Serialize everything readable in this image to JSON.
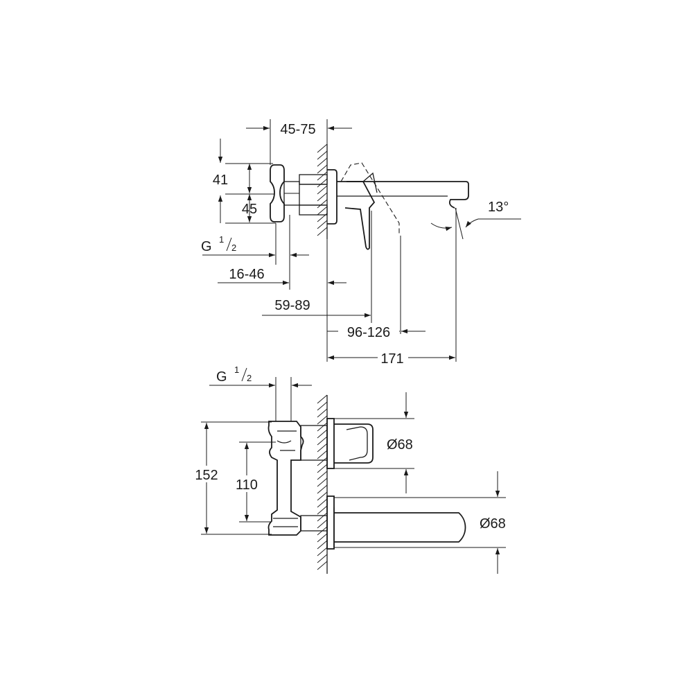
{
  "diagram": {
    "side_view": {
      "dimensions": {
        "wall_depth": "45-75",
        "height_upper": "41",
        "height_lower": "45",
        "connection_g": "G",
        "connection_numerator": "1",
        "connection_denominator": "2",
        "range_16_46": "16-46",
        "range_59_89": "59-89",
        "range_96_126": "96-126",
        "spout_length": "171",
        "spout_angle": "13°"
      }
    },
    "front_view": {
      "dimensions": {
        "connection_g": "G",
        "connection_numerator": "1",
        "connection_denominator": "2",
        "total_height": "152",
        "inner_height": "110",
        "lever_diameter": "Ø68",
        "spout_diameter": "Ø68"
      }
    },
    "colors": {
      "line": "#1a1a1a",
      "background": "#ffffff"
    }
  }
}
